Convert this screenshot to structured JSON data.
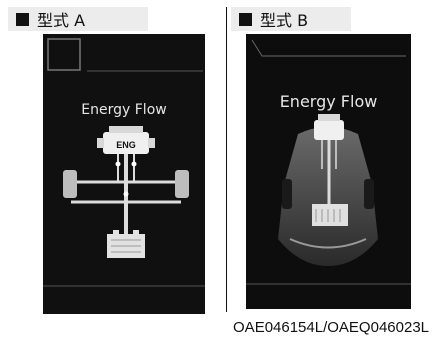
{
  "labels": {
    "type_a": "型式 A",
    "type_b": "型式 B"
  },
  "panel_a": {
    "title": "Energy Flow",
    "engine_label": "ENG"
  },
  "panel_b": {
    "title": "Energy Flow"
  },
  "caption": "OAE046154L/OAEQ046023L"
}
